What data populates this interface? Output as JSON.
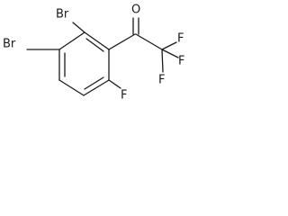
{
  "molecule": {
    "atoms": {
      "br_upper": "Br",
      "br_left": "Br",
      "oxygen": "O",
      "fluorine_ring": "F",
      "fluorine_right_top": "F",
      "fluorine_right": "F",
      "fluorine_bottom": "F"
    }
  },
  "colors": {
    "ink": "#1a1a1a",
    "background": "#ffffff"
  }
}
